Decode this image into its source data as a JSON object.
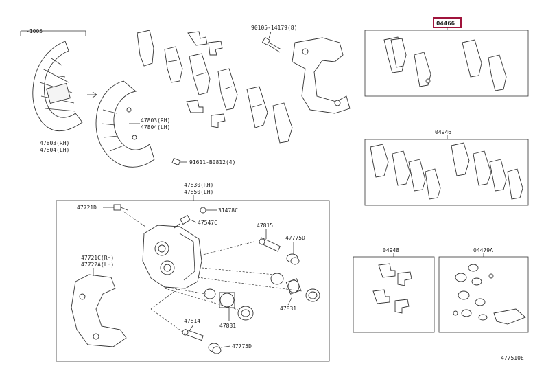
{
  "labels": {
    "date_range": "-1005",
    "shield_left_1": "47803(RH)",
    "shield_left_2": "47804(LH)",
    "shield_mid_1": "47803(RH)",
    "shield_mid_2": "47804(LH)",
    "bolt_top": "90105-14179(8)",
    "screw": "91611-B0812(4)",
    "caliper_1": "47830(RH)",
    "caliper_2": "47850(LH)",
    "p47721d": "47721D",
    "p31478c": "31478C",
    "p47547c": "47547C",
    "p47815": "47815",
    "p47775d_a": "47775D",
    "p47721c": "47721C(RH)",
    "p47722a": "47722A(LH)",
    "p47831_a": "47831",
    "p47831_b": "47831",
    "p47814": "47814",
    "p47775d_b": "47775D",
    "kit_04466": "04466",
    "kit_04946": "04946",
    "kit_04948": "04948",
    "kit_04479a": "04479A",
    "diagram_id": "477510E"
  }
}
